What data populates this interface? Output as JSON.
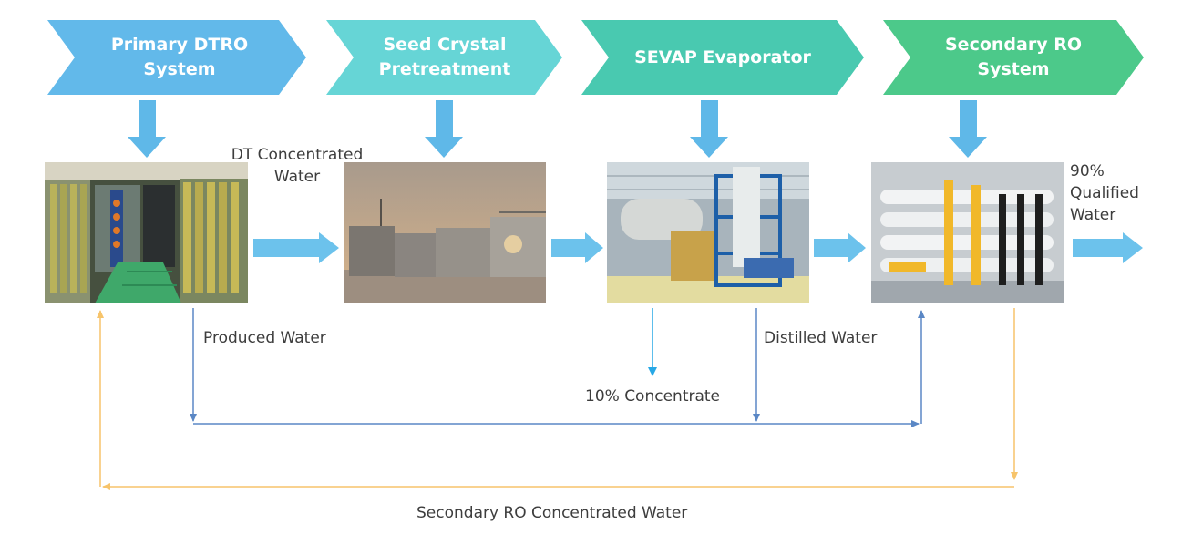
{
  "stages": [
    {
      "label": "Primary DTRO\nSystem",
      "color": "#62b9ea"
    },
    {
      "label": "Seed Crystal\nPretreatment",
      "color": "#66d5d6"
    },
    {
      "label": "SEVAP Evaporator",
      "color": "#49c9b0"
    },
    {
      "label": "Secondary RO\nSystem",
      "color": "#4cc98a"
    }
  ],
  "photos": [
    {
      "subject": "container-membrane-racks"
    },
    {
      "subject": "pretreatment-tanks-at-dusk"
    },
    {
      "subject": "evaporator-plant-in-hall"
    },
    {
      "subject": "ro-skid-with-yellow-pipes"
    }
  ],
  "labels": {
    "dt_concentrated": "DT Concentrated\nWater",
    "qualified": "90%\nQualified\nWater",
    "produced": "Produced Water",
    "distilled": "Distilled Water",
    "concentrate": "10% Concentrate",
    "secondary_conc": "Secondary RO Concentrated Water"
  },
  "colors": {
    "flow_arrow": "#6cc2ec",
    "down_arrow": "#5fb8e8",
    "produced_line": "#5a87c5",
    "concentrate_line": "#27a8e6",
    "recycle_line": "#f7c46b",
    "text": "#3d3d3d"
  }
}
